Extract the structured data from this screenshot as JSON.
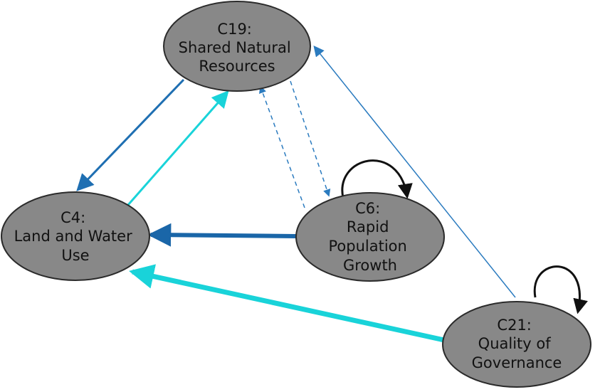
{
  "nodes": [
    {
      "id": "c19",
      "lines": [
        "C19:",
        "Shared Natural",
        "Resources"
      ]
    },
    {
      "id": "c4",
      "lines": [
        "C4:",
        "Land and Water",
        "Use"
      ]
    },
    {
      "id": "c6",
      "lines": [
        "C6:",
        "Rapid",
        "Population",
        "Growth"
      ]
    },
    {
      "id": "c21",
      "lines": [
        "C21:",
        "Quality of",
        "Governance"
      ]
    }
  ],
  "edges": [
    {
      "from": "c19",
      "to": "c4",
      "style": "solid",
      "color": "#1f6fb2"
    },
    {
      "from": "c4",
      "to": "c19",
      "style": "solid",
      "color": "#19d3d9"
    },
    {
      "from": "c6",
      "to": "c4",
      "style": "solid",
      "color": "#1a66a8"
    },
    {
      "from": "c21",
      "to": "c4",
      "style": "solid",
      "color": "#19d3d9"
    },
    {
      "from": "c21",
      "to": "c19",
      "style": "solid",
      "color": "#2b7bbf"
    },
    {
      "from": "c19",
      "to": "c6",
      "style": "dashed",
      "color": "#2b7bbf"
    },
    {
      "from": "c6",
      "to": "c19",
      "style": "dashed",
      "color": "#2b7bbf"
    },
    {
      "from": "c6",
      "to": "c6",
      "style": "self-loop",
      "color": "#111111"
    },
    {
      "from": "c21",
      "to": "c21",
      "style": "self-loop",
      "color": "#111111"
    }
  ],
  "colors": {
    "node_fill": "#888888",
    "node_stroke": "#2b2b2b",
    "edge_dark_blue": "#1f6fb2",
    "edge_cyan": "#19d3d9",
    "self_loop": "#111111"
  }
}
